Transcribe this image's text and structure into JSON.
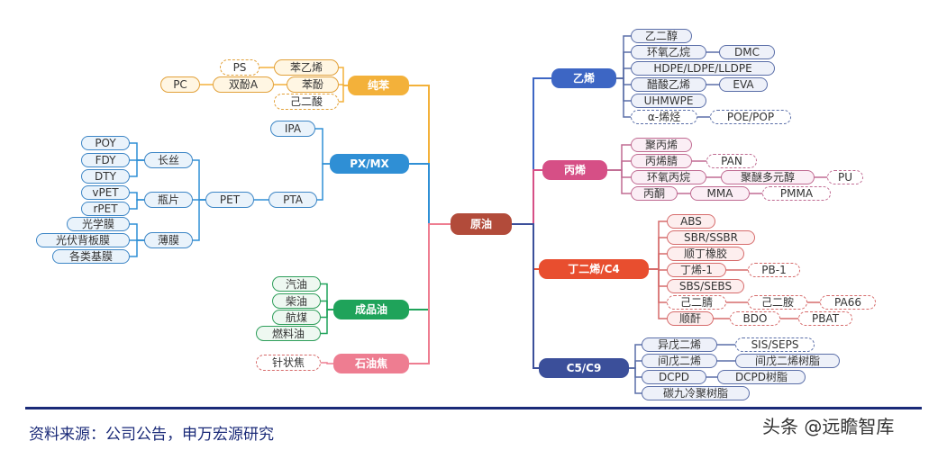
{
  "root": "原油",
  "branches": [
    {
      "id": "chunben",
      "label": "纯苯",
      "color": "#f3b13a"
    },
    {
      "id": "pxmx",
      "label": "PX/MX",
      "color": "#2f8fd5"
    },
    {
      "id": "chengpinyou",
      "label": "成品油",
      "color": "#1fa35a"
    },
    {
      "id": "shiyoujiao",
      "label": "石油焦",
      "color": "#ee7d91"
    },
    {
      "id": "yixi",
      "label": "乙烯",
      "color": "#3d66c4"
    },
    {
      "id": "bingxi",
      "label": "丙烯",
      "color": "#d64f86"
    },
    {
      "id": "dingerxi",
      "label": "丁二烯/C4",
      "color": "#e84e2f"
    },
    {
      "id": "c5c9",
      "label": "C5/C9",
      "color": "#3b4f9a"
    }
  ],
  "nodes": {
    "chunben": {
      "benyixi": "苯乙烯",
      "ps": "PS",
      "benfen": "苯酚",
      "shuangfen": "双酚A",
      "pc": "PC",
      "jiersuan": "己二酸"
    },
    "pxmx": {
      "ipa": "IPA",
      "pta": "PTA",
      "pet": "PET",
      "changsi": "长丝",
      "pingpian": "瓶片",
      "bomo": "薄膜",
      "poy": "POY",
      "fdy": "FDY",
      "dty": "DTY",
      "vpet": "vPET",
      "rpet": "rPET",
      "guangxue": "光学膜",
      "guangfu": "光伏背板膜",
      "gelei": "各类基膜"
    },
    "chengpinyou": {
      "qiyou": "汽油",
      "chaiyou": "柴油",
      "hangmei": "航煤",
      "ranliao": "燃料油"
    },
    "shiyoujiao": {
      "zhenzhuang": "针状焦"
    },
    "yixi": {
      "yierchun": "乙二醇",
      "huanyang": "环氧乙烷",
      "dmc": "DMC",
      "hdpe": "HDPE/LDPE/LLDPE",
      "cusuan": "醋酸乙烯",
      "eva": "EVA",
      "uhmwpe": "UHMWPE",
      "alpha": "α-烯烃",
      "poe": "POE/POP"
    },
    "bingxi": {
      "jubingxi": "聚丙烯",
      "bingxijing": "丙烯腈",
      "pan": "PAN",
      "huanyangbing": "环氧丙烷",
      "jumi": "聚醚多元醇",
      "pu": "PU",
      "bingtong": "丙酮",
      "mma": "MMA",
      "pmma": "PMMA"
    },
    "dingerxi": {
      "abs": "ABS",
      "sbr": "SBR/SSBR",
      "shunding": "顺丁橡胶",
      "dingxi1": "丁烯-1",
      "pb1": "PB-1",
      "sbs": "SBS/SEBS",
      "jierjing": "己二腈",
      "jiera": "己二胺",
      "pa66": "PA66",
      "shunganhydride": "顺酐",
      "bdo": "BDO",
      "pbat": "PBAT"
    },
    "c5c9": {
      "yiwu": "异戊二烯",
      "sis": "SIS/SEPS",
      "jianwu": "间戊二烯",
      "jianwushuzhi": "间戊二烯树脂",
      "dcpd": "DCPD",
      "dcpdshuzhi": "DCPD树脂",
      "tanjiu": "碳九冷聚树脂"
    }
  },
  "footer": {
    "source": "资料来源：公司公告，申万宏源研究",
    "watermark": "头条 @远瞻智库"
  }
}
